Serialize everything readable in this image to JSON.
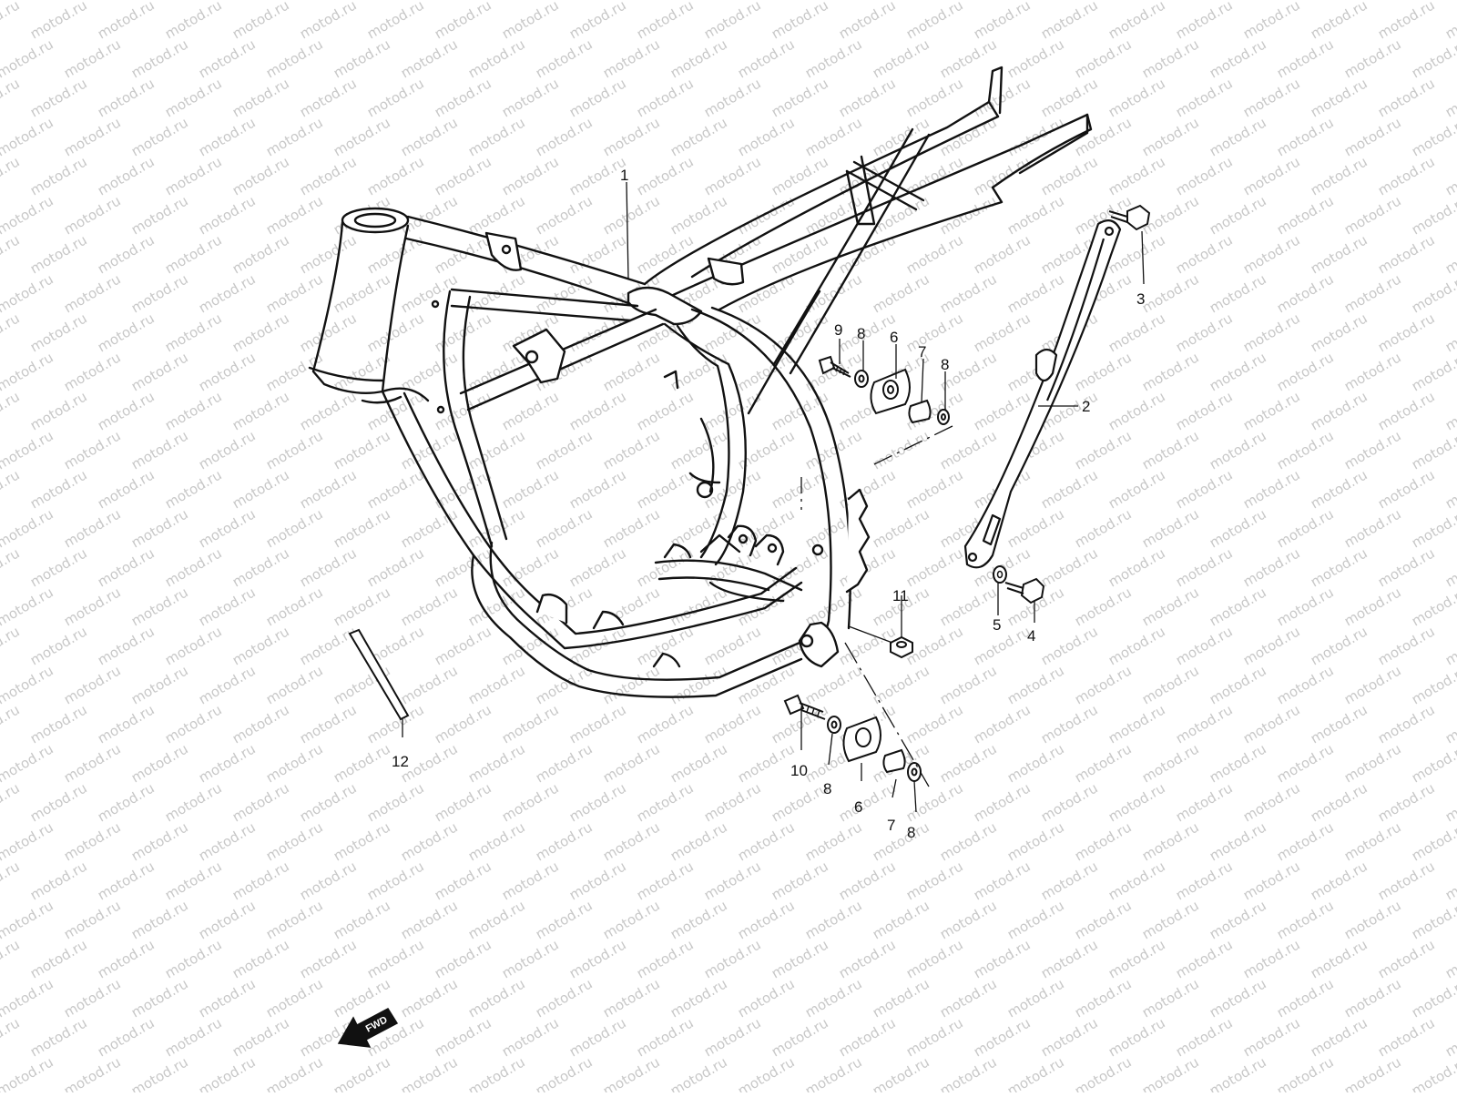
{
  "watermark": "motod.ru",
  "callouts": [
    {
      "id": "c1",
      "text": "1"
    },
    {
      "id": "c2",
      "text": "2"
    },
    {
      "id": "c3",
      "text": "3"
    },
    {
      "id": "c4",
      "text": "4"
    },
    {
      "id": "c5",
      "text": "5"
    },
    {
      "id": "c6a",
      "text": "6"
    },
    {
      "id": "c6b",
      "text": "6"
    },
    {
      "id": "c7a",
      "text": "7"
    },
    {
      "id": "c7b",
      "text": "7"
    },
    {
      "id": "c8a",
      "text": "8"
    },
    {
      "id": "c8b",
      "text": "8"
    },
    {
      "id": "c8c",
      "text": "8"
    },
    {
      "id": "c8d",
      "text": "8"
    },
    {
      "id": "c9",
      "text": "9"
    },
    {
      "id": "c10",
      "text": "10"
    },
    {
      "id": "c11",
      "text": "11"
    },
    {
      "id": "c12",
      "text": "12"
    }
  ],
  "fwd_arrow": {
    "label": "FWD"
  },
  "colors": {
    "line": "#111111",
    "watermark": "#c8c8c8",
    "background": "#ffffff"
  }
}
